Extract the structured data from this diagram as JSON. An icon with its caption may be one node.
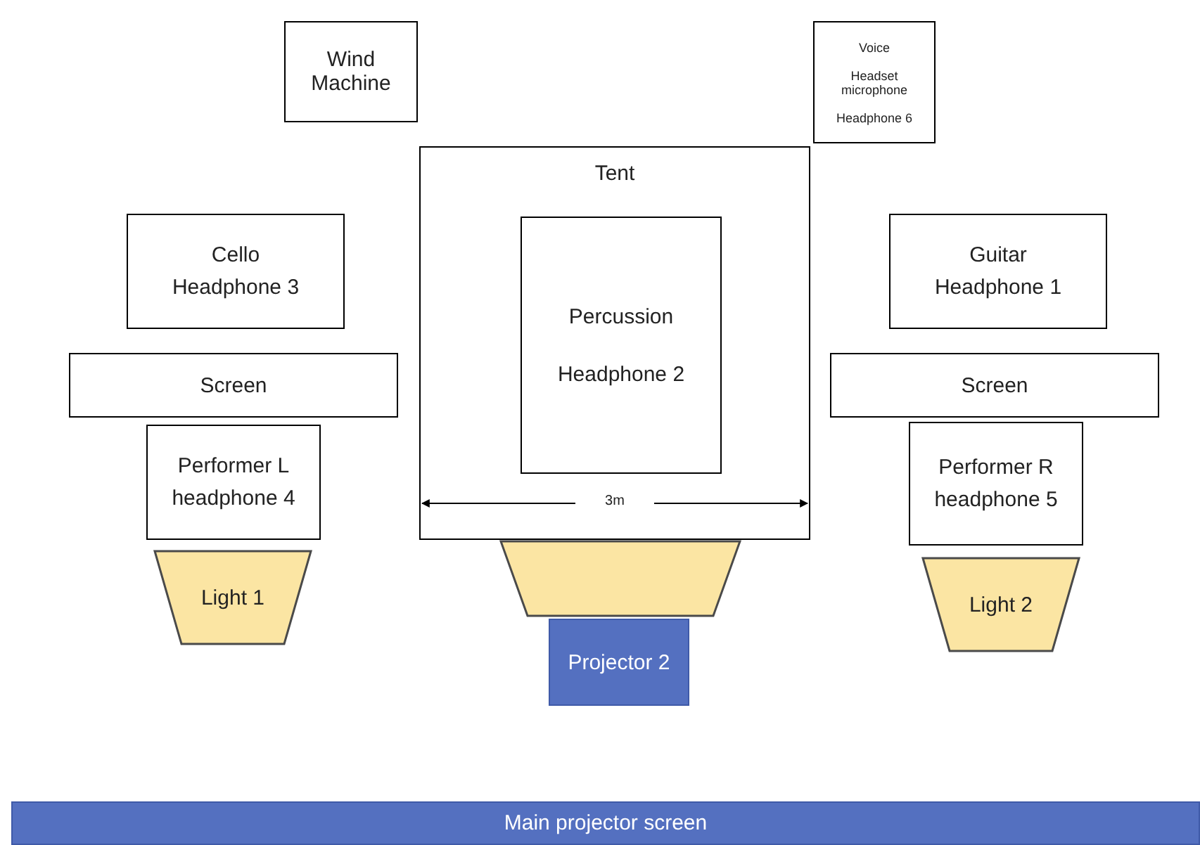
{
  "diagram": {
    "nodes": [
      {
        "text": [
          "Wind Machine"
        ]
      },
      {
        "text": [
          "Voice",
          "Headset microphone",
          "Headphone 6"
        ]
      },
      {
        "text": [
          "Tent"
        ]
      },
      {
        "text": [
          "Percussion",
          "Headphone 2"
        ],
        "in": 2
      },
      {
        "text": [
          "Cello",
          "Headphone 3"
        ]
      },
      {
        "text": [
          "Guitar",
          "Headphone 1"
        ]
      },
      {
        "text": [
          "Screen"
        ]
      },
      {
        "text": [
          "Screen"
        ]
      },
      {
        "text": [
          "Performer L",
          "headphone 4"
        ]
      },
      {
        "text": [
          "Performer R",
          "headphone 5"
        ]
      },
      {
        "text": [
          "Light 1"
        ]
      },
      {
        "text": [],
        "shape": "trapezoid"
      },
      {
        "text": [
          "Projector 2"
        ]
      },
      {
        "text": [
          "Light 2"
        ]
      },
      {
        "text": [
          "Main projector screen"
        ]
      }
    ],
    "labels": [
      "3m"
    ]
  }
}
